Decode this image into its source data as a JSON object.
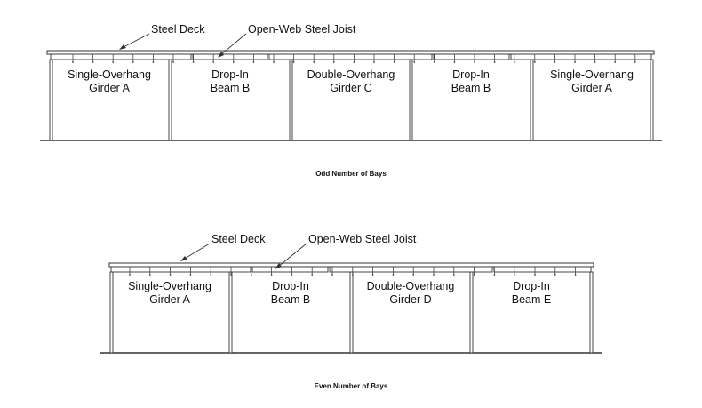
{
  "diagrams": [
    {
      "caption": "Odd Number of Bays",
      "callouts": {
        "deck": "Steel Deck",
        "joist": "Open-Web Steel Joist"
      },
      "bays": [
        {
          "line1": "Single-Overhang",
          "line2": "Girder A"
        },
        {
          "line1": "Drop-In",
          "line2": "Beam B"
        },
        {
          "line1": "Double-Overhang",
          "line2": "Girder C"
        },
        {
          "line1": "Drop-In",
          "line2": "Beam B"
        },
        {
          "line1": "Single-Overhang",
          "line2": "Girder A"
        }
      ]
    },
    {
      "caption": "Even Number of Bays",
      "callouts": {
        "deck": "Steel Deck",
        "joist": "Open-Web Steel Joist"
      },
      "bays": [
        {
          "line1": "Single-Overhang",
          "line2": "Girder A"
        },
        {
          "line1": "Drop-In",
          "line2": "Beam B"
        },
        {
          "line1": "Double-Overhang",
          "line2": "Girder D"
        },
        {
          "line1": "Drop-In",
          "line2": "Beam E"
        }
      ]
    }
  ]
}
